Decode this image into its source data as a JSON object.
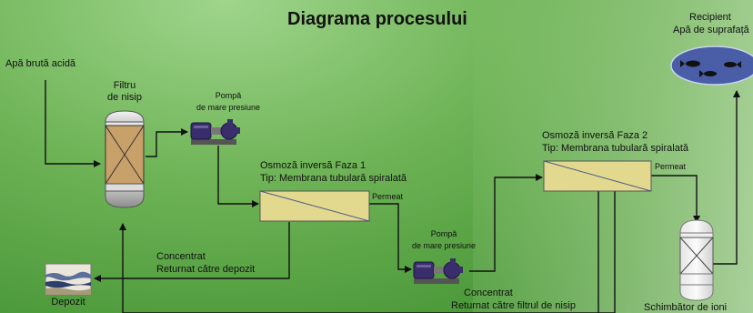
{
  "title": "Diagrama procesului",
  "labels": {
    "raw_water": "Apă brută acidă",
    "sand_filter_line1": "Filtru",
    "sand_filter_line2": "de nisip",
    "pump1_line1": "Pompă",
    "pump1_line2": "de mare presiune",
    "ro1_line1": "Osmoză inversă Faza 1",
    "ro1_line2": "Tip: Membrana tubulară spiralată",
    "permeate1": "Permeat",
    "concentrate1_line1": "Concentrat",
    "concentrate1_line2": "Returnat către depozit",
    "deposit": "Depozit",
    "pump2_line1": "Pompă",
    "pump2_line2": "de mare presiune",
    "concentrate2_line1": "Concentrat",
    "concentrate2_line2": "Returnat către filtrul de nisip",
    "ro2_line1": "Osmoză inversă Faza 2",
    "ro2_line2": "Tip: Membrana tubulară spiralată",
    "permeate2": "Permeat",
    "ion_exchanger": "Schimbător de ioni",
    "recipient_line1": "Recipient",
    "recipient_line2": "Apă de suprafață"
  },
  "colors": {
    "membrane": "#e3d98e",
    "filter_fill": "#c8a06a",
    "pump": "#3a2d6b",
    "pond": "#4a5ea8"
  },
  "icons": [
    "sand-filter-icon",
    "pump-icon",
    "membrane-icon",
    "deposit-icon",
    "ion-exchanger-icon",
    "pond-icon",
    "fish-icon"
  ]
}
